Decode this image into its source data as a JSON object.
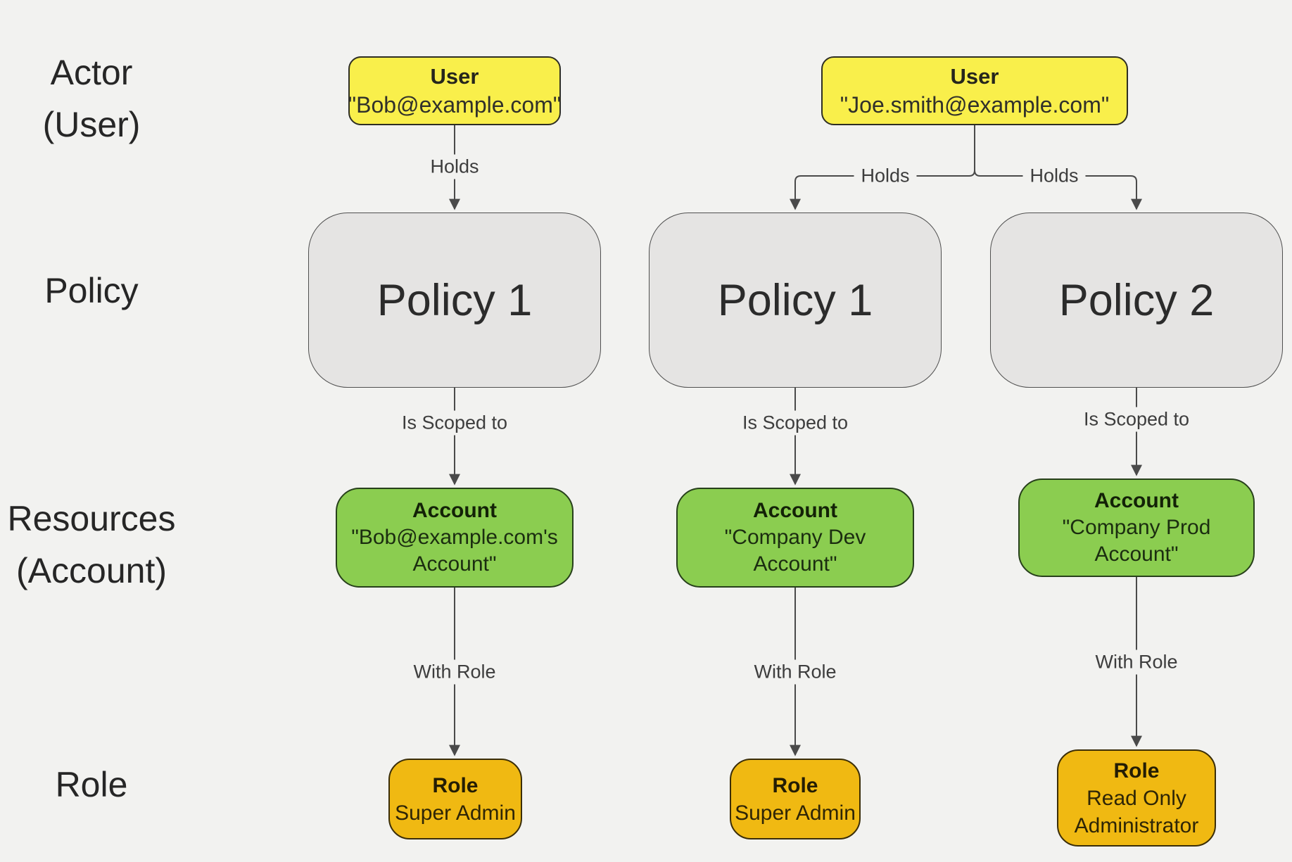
{
  "canvas": {
    "bg": "#f2f2f0"
  },
  "colors": {
    "user_fill": "#f9ef4b",
    "policy_fill": "#e5e4e3",
    "account_fill": "#8bcd50",
    "role_fill": "#f0b912",
    "line": "#4a4a4a"
  },
  "row_labels": {
    "actor": {
      "line1": "Actor",
      "line2": "(User)"
    },
    "policy": {
      "line1": "Policy"
    },
    "resources": {
      "line1": "Resources",
      "line2": "(Account)"
    },
    "role": {
      "line1": "Role"
    }
  },
  "users": [
    {
      "title": "User",
      "value": "\"Bob@example.com\""
    },
    {
      "title": "User",
      "value": "\"Joe.smith@example.com\""
    }
  ],
  "columns": [
    {
      "holds": "Holds",
      "policy_label": "Policy 1",
      "scoped": "Is Scoped to",
      "account_title": "Account",
      "account_line1": "\"Bob@example.com's",
      "account_line2": "Account\"",
      "with_role": "With Role",
      "role_title": "Role",
      "role_line1": "Super Admin"
    },
    {
      "holds": "Holds",
      "policy_label": "Policy 1",
      "scoped": "Is Scoped to",
      "account_title": "Account",
      "account_line1": "\"Company Dev",
      "account_line2": "Account\"",
      "with_role": "With Role",
      "role_title": "Role",
      "role_line1": "Super Admin"
    },
    {
      "holds": "Holds",
      "policy_label": "Policy 2",
      "scoped": "Is Scoped to",
      "account_title": "Account",
      "account_line1": "\"Company Prod",
      "account_line2": "Account\"",
      "with_role": "With Role",
      "role_title": "Role",
      "role_line1": "Read Only",
      "role_line2": "Administrator"
    }
  ]
}
